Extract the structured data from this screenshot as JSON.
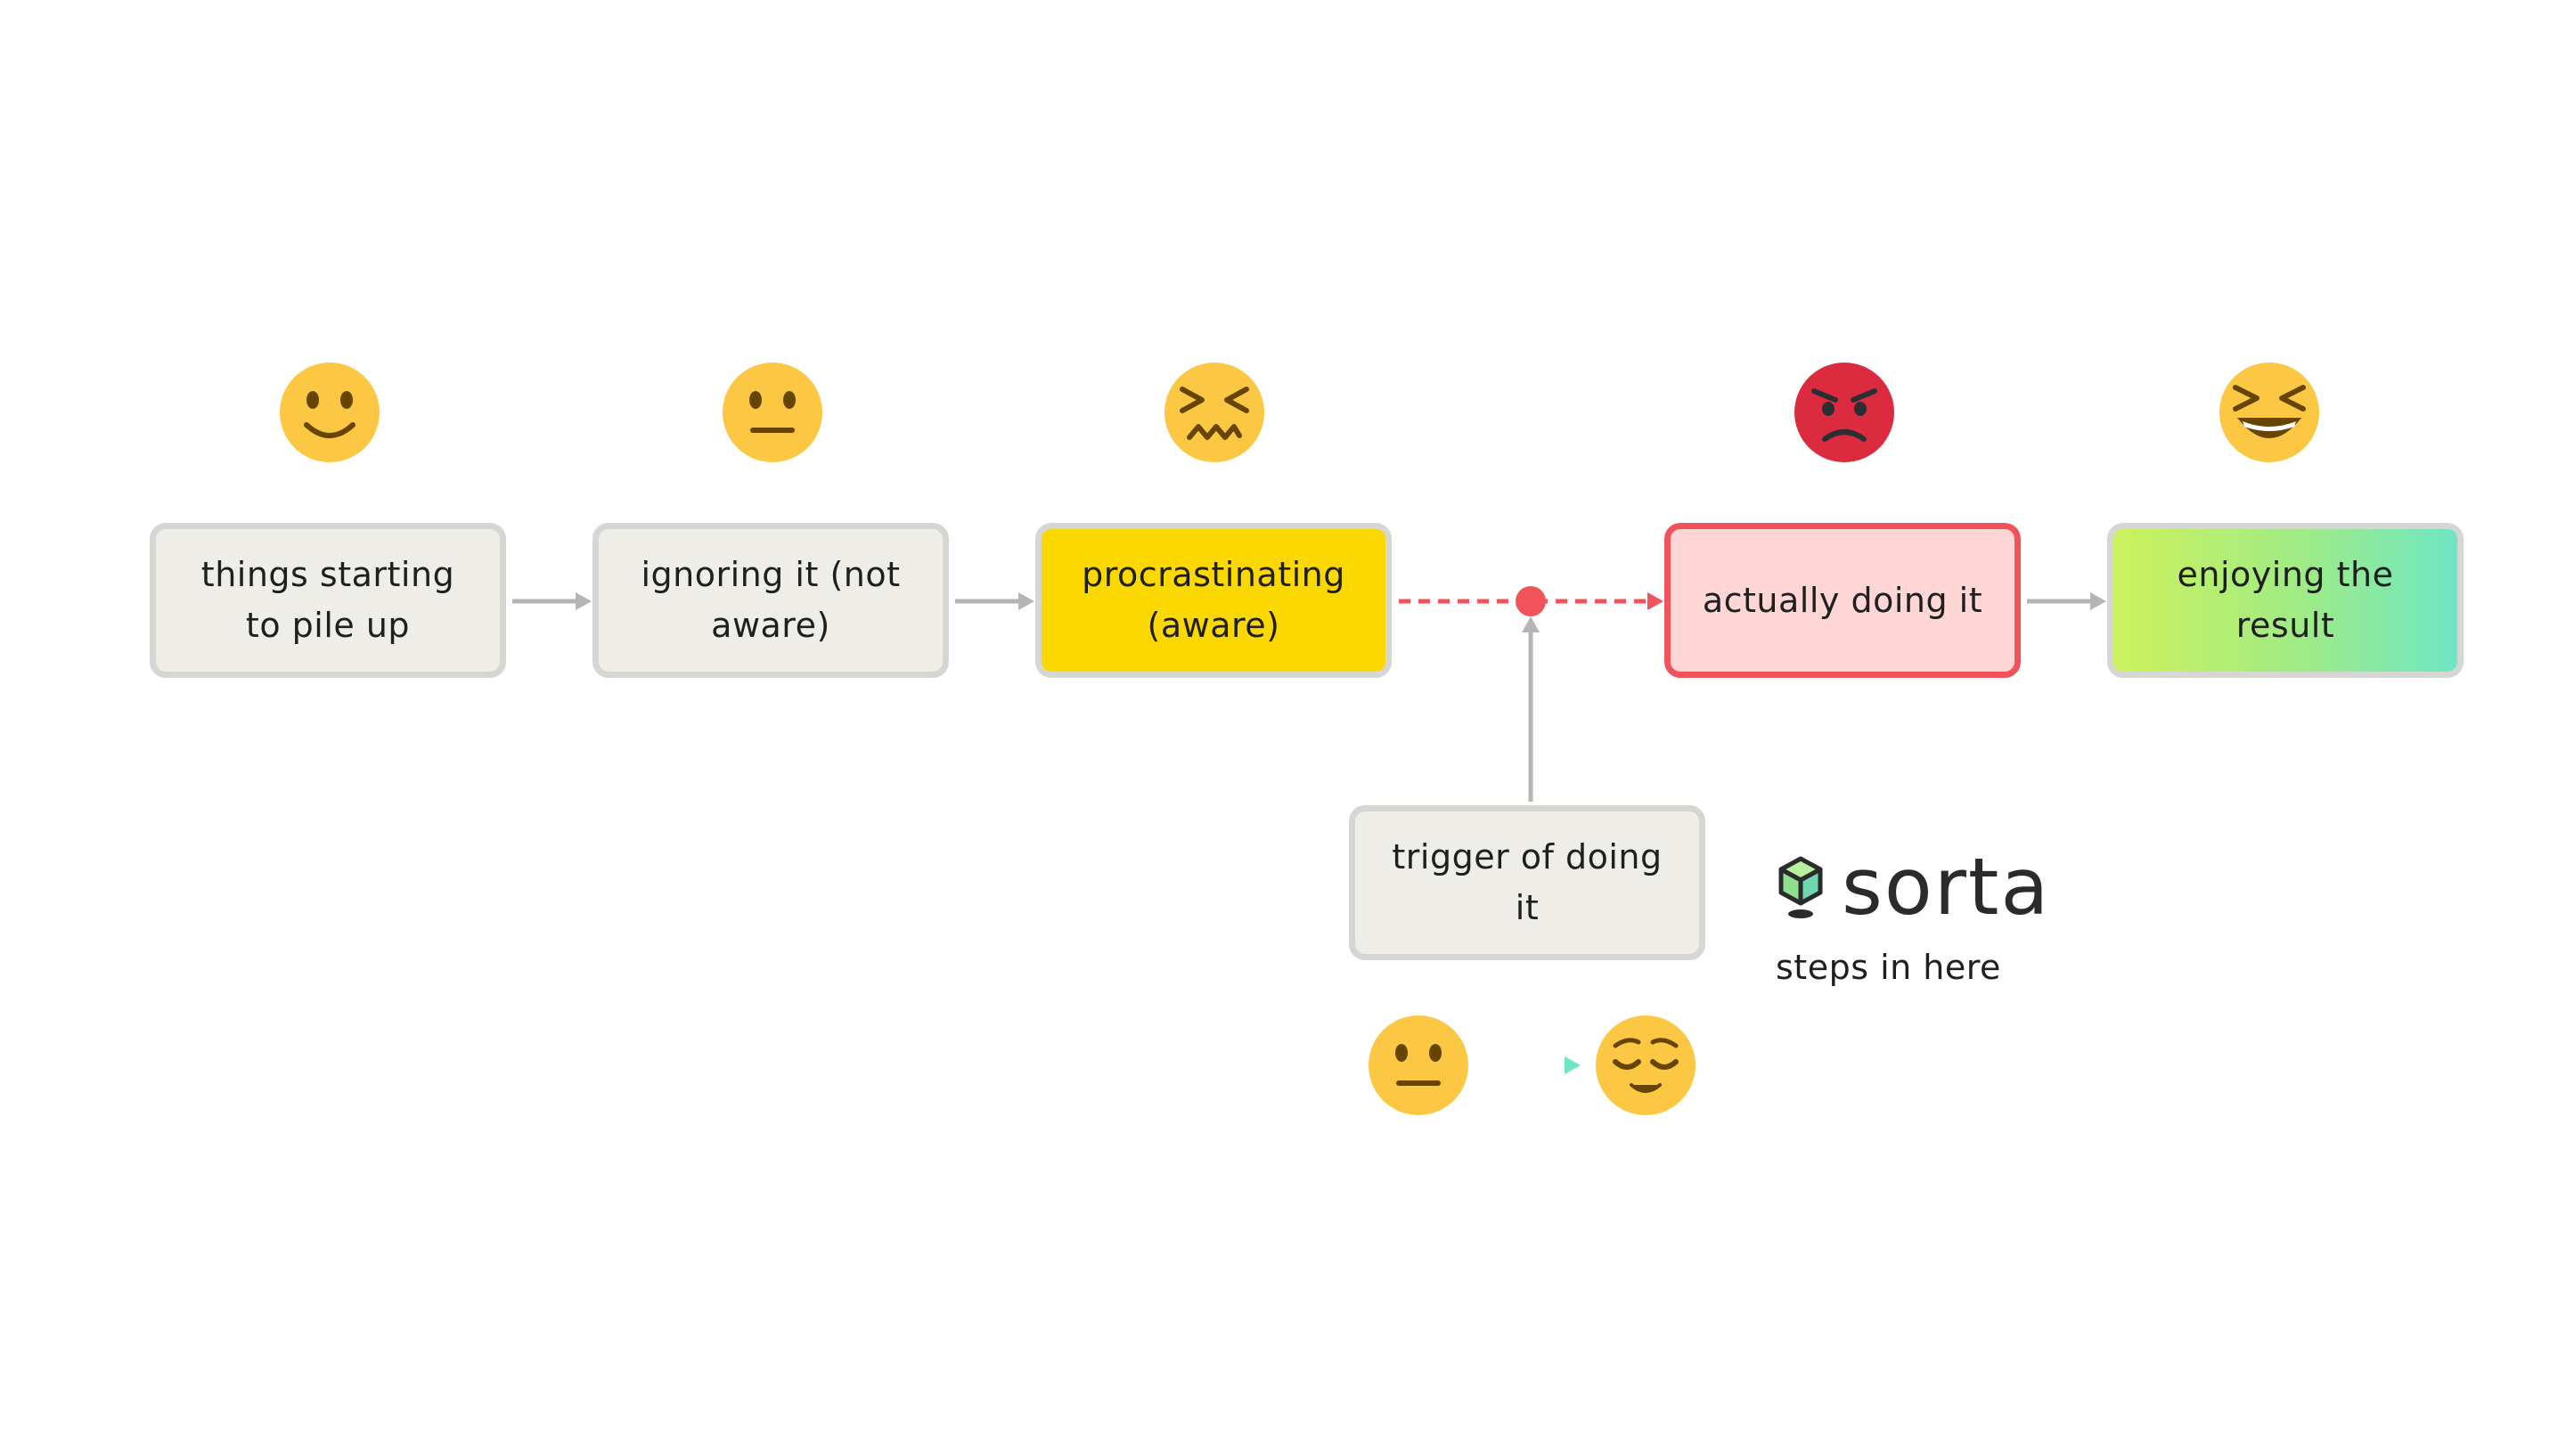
{
  "steps": [
    {
      "label": "things starting to pile up",
      "lines": [
        "things starting",
        "to pile up"
      ],
      "emoji": "slightly-smiling-face-icon"
    },
    {
      "label": "ignoring it (not aware)",
      "lines": [
        "ignoring it (not",
        "aware)"
      ],
      "emoji": "neutral-face-icon"
    },
    {
      "label": "procrastinating (aware)",
      "lines": [
        "procrastinating",
        "(aware)"
      ],
      "emoji": "confounded-face-icon"
    },
    {
      "label": "actually doing it",
      "lines": [
        "actually doing it"
      ],
      "emoji": "angry-face-icon"
    },
    {
      "label": "enjoying the result",
      "lines": [
        "enjoying the",
        "result"
      ],
      "emoji": "grinning-squinting-face-icon"
    }
  ],
  "trigger": {
    "label": "trigger of doing it",
    "emoji_from": "neutral-face-icon",
    "emoji_to": "relieved-face-icon"
  },
  "brand": {
    "name": "sorta",
    "tagline": "steps in here",
    "logo_icon": "cube-icon"
  },
  "colors": {
    "box_default": "#eeede7",
    "box_border": "#d6d6d3",
    "procrastinating": "#fad800",
    "actually_doing_fill": "#ffd6d6",
    "actually_doing_border": "#f0545a",
    "result_gradient": [
      "#cdf25c",
      "#6ee6c4"
    ],
    "dashed_connector": "#f0545a",
    "arrow_gray": "#b5b5b5",
    "emoji_yellow": "#fcc742",
    "emoji_red": "#dc2b3f"
  }
}
